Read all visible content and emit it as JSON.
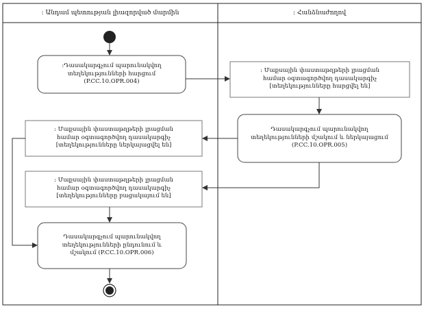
{
  "lanes": [
    {
      "title": ": Անդամ պետության լիազորված մարմին"
    },
    {
      "title": ": Հանձնաժողով"
    }
  ],
  "nodes": {
    "n1": {
      "text": ":Դասակարգչում պարունակվող\nտեղեկությունների հարցում\n(P.CC.10.OPR.004)"
    },
    "n2": {
      "text": ": Մաքսային փաստաթղթերի լրացման\nհամար օգտագործվող դասակարգիչ\n[տեղեկությունները հարցվել են]"
    },
    "n3": {
      "text": "Դասակարգչում պարունակվող\nտեղեկությունների մշակում և ներկայացում\n(P.CC.10.OPR.005)"
    },
    "n4": {
      "text": ": Մաքսային փաստաթղթերի լրացման\nհամար օգտագործվող դասակարգիչ\n[տեղեկությունները ներկայացվել են]"
    },
    "n5": {
      "text": ": Մաքսային փաստաթղթերի լրացման\nհամար օգտագործվող դասակարգիչ\n[տեղեկությունները բացակայում են]"
    },
    "n6": {
      "text": "Դասակարգչում պարունակվող\nտեղեկությունների ընդունում և\nմշակում (P.CC.10.OPR.006)"
    }
  }
}
